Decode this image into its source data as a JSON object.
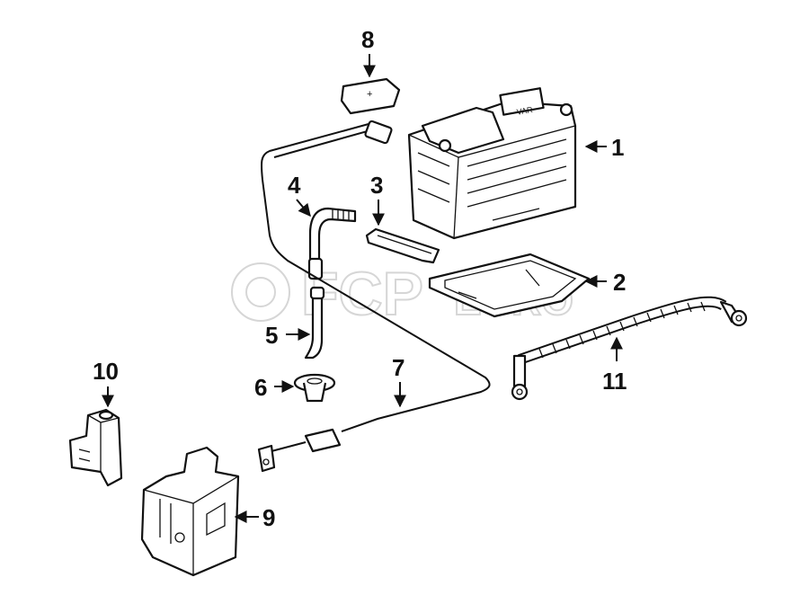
{
  "watermark": {
    "brand": "FCP",
    "brand_suffix": "EURO"
  },
  "parts": [
    {
      "id": "battery",
      "callout": "1"
    },
    {
      "id": "battery-tray",
      "callout": "2"
    },
    {
      "id": "hold-down-clamp",
      "callout": "3"
    },
    {
      "id": "vent-hose-upper",
      "callout": "4"
    },
    {
      "id": "vent-hose-lower",
      "callout": "5"
    },
    {
      "id": "grommet",
      "callout": "6"
    },
    {
      "id": "positive-cable",
      "callout": "7"
    },
    {
      "id": "terminal-cover",
      "callout": "8"
    },
    {
      "id": "fuse-box",
      "callout": "9"
    },
    {
      "id": "relay",
      "callout": "10"
    },
    {
      "id": "ground-strap",
      "callout": "11"
    }
  ],
  "terminal_cover_mark": "+",
  "battery_label": "VAR"
}
